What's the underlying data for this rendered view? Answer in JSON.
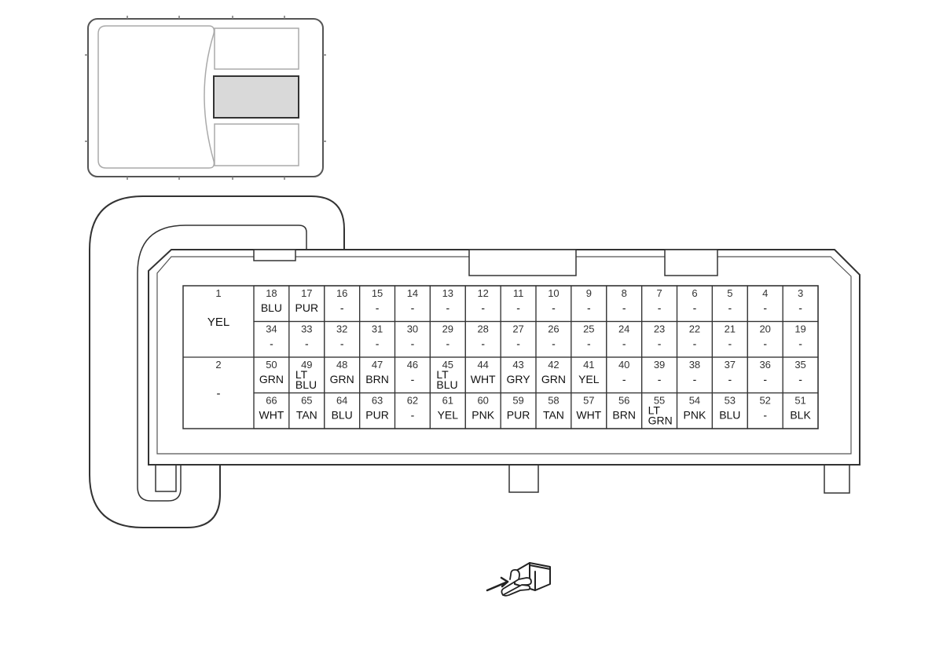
{
  "connector": {
    "large_pins": [
      {
        "pin": "1",
        "color": "YEL"
      },
      {
        "pin": "2",
        "color": "-"
      }
    ],
    "rows": [
      [
        {
          "pin": "18",
          "color": [
            "BLU"
          ]
        },
        {
          "pin": "17",
          "color": [
            "PUR"
          ]
        },
        {
          "pin": "16",
          "color": [
            "-"
          ]
        },
        {
          "pin": "15",
          "color": [
            "-"
          ]
        },
        {
          "pin": "14",
          "color": [
            "-"
          ]
        },
        {
          "pin": "13",
          "color": [
            "-"
          ]
        },
        {
          "pin": "12",
          "color": [
            "-"
          ]
        },
        {
          "pin": "11",
          "color": [
            "-"
          ]
        },
        {
          "pin": "10",
          "color": [
            "-"
          ]
        },
        {
          "pin": "9",
          "color": [
            "-"
          ]
        },
        {
          "pin": "8",
          "color": [
            "-"
          ]
        },
        {
          "pin": "7",
          "color": [
            "-"
          ]
        },
        {
          "pin": "6",
          "color": [
            "-"
          ]
        },
        {
          "pin": "5",
          "color": [
            "-"
          ]
        },
        {
          "pin": "4",
          "color": [
            "-"
          ]
        },
        {
          "pin": "3",
          "color": [
            "-"
          ]
        }
      ],
      [
        {
          "pin": "34",
          "color": [
            "-"
          ]
        },
        {
          "pin": "33",
          "color": [
            "-"
          ]
        },
        {
          "pin": "32",
          "color": [
            "-"
          ]
        },
        {
          "pin": "31",
          "color": [
            "-"
          ]
        },
        {
          "pin": "30",
          "color": [
            "-"
          ]
        },
        {
          "pin": "29",
          "color": [
            "-"
          ]
        },
        {
          "pin": "28",
          "color": [
            "-"
          ]
        },
        {
          "pin": "27",
          "color": [
            "-"
          ]
        },
        {
          "pin": "26",
          "color": [
            "-"
          ]
        },
        {
          "pin": "25",
          "color": [
            "-"
          ]
        },
        {
          "pin": "24",
          "color": [
            "-"
          ]
        },
        {
          "pin": "23",
          "color": [
            "-"
          ]
        },
        {
          "pin": "22",
          "color": [
            "-"
          ]
        },
        {
          "pin": "21",
          "color": [
            "-"
          ]
        },
        {
          "pin": "20",
          "color": [
            "-"
          ]
        },
        {
          "pin": "19",
          "color": [
            "-"
          ]
        }
      ],
      [
        {
          "pin": "50",
          "color": [
            "GRN"
          ]
        },
        {
          "pin": "49",
          "color": [
            "LT",
            "BLU"
          ]
        },
        {
          "pin": "48",
          "color": [
            "GRN"
          ]
        },
        {
          "pin": "47",
          "color": [
            "BRN"
          ]
        },
        {
          "pin": "46",
          "color": [
            "-"
          ]
        },
        {
          "pin": "45",
          "color": [
            "LT",
            "BLU"
          ]
        },
        {
          "pin": "44",
          "color": [
            "WHT"
          ]
        },
        {
          "pin": "43",
          "color": [
            "GRY"
          ]
        },
        {
          "pin": "42",
          "color": [
            "GRN"
          ]
        },
        {
          "pin": "41",
          "color": [
            "YEL"
          ]
        },
        {
          "pin": "40",
          "color": [
            "-"
          ]
        },
        {
          "pin": "39",
          "color": [
            "-"
          ]
        },
        {
          "pin": "38",
          "color": [
            "-"
          ]
        },
        {
          "pin": "37",
          "color": [
            "-"
          ]
        },
        {
          "pin": "36",
          "color": [
            "-"
          ]
        },
        {
          "pin": "35",
          "color": [
            "-"
          ]
        }
      ],
      [
        {
          "pin": "66",
          "color": [
            "WHT"
          ]
        },
        {
          "pin": "65",
          "color": [
            "TAN"
          ]
        },
        {
          "pin": "64",
          "color": [
            "BLU"
          ]
        },
        {
          "pin": "63",
          "color": [
            "PUR"
          ]
        },
        {
          "pin": "62",
          "color": [
            "-"
          ]
        },
        {
          "pin": "61",
          "color": [
            "YEL"
          ]
        },
        {
          "pin": "60",
          "color": [
            "PNK"
          ]
        },
        {
          "pin": "59",
          "color": [
            "PUR"
          ]
        },
        {
          "pin": "58",
          "color": [
            "TAN"
          ]
        },
        {
          "pin": "57",
          "color": [
            "WHT"
          ]
        },
        {
          "pin": "56",
          "color": [
            "BRN"
          ]
        },
        {
          "pin": "55",
          "color": [
            "LT",
            "GRN"
          ]
        },
        {
          "pin": "54",
          "color": [
            "PNK"
          ]
        },
        {
          "pin": "53",
          "color": [
            "BLU"
          ]
        },
        {
          "pin": "52",
          "color": [
            "-"
          ]
        },
        {
          "pin": "51",
          "color": [
            "BLK"
          ]
        }
      ]
    ]
  },
  "locator": {
    "highlight_fill": "#d9d9d9",
    "outline_color": "#555555"
  },
  "icons": {
    "view_direction": "hand-pointing-connector-icon"
  }
}
